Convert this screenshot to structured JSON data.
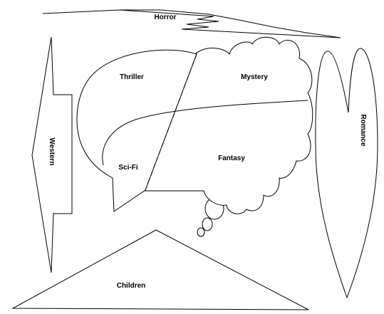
{
  "diagram": {
    "labels": {
      "horror": "Horror",
      "thriller": "Thriller",
      "mystery": "Mystery",
      "scifi": "Sci-Fi",
      "fantasy": "Fantasy",
      "western": "Western",
      "romance": "Romance",
      "children": "Children"
    },
    "colors": {
      "stroke": "#000000",
      "fill": "#ffffff",
      "background": "#ffffff"
    }
  }
}
